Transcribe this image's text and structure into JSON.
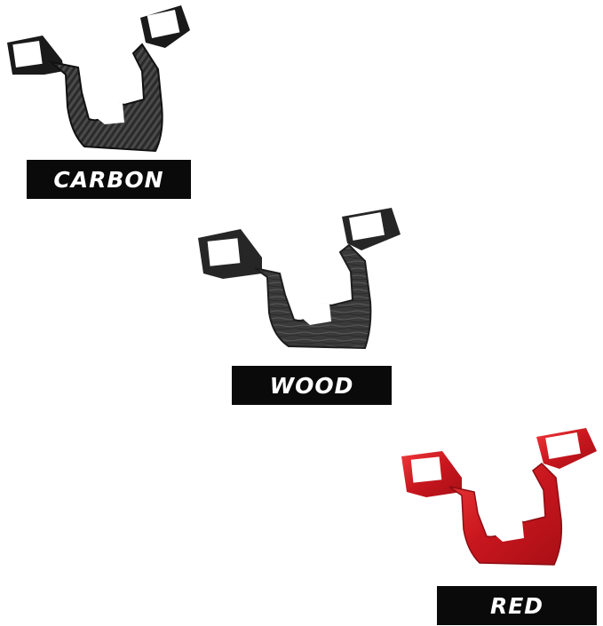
{
  "variants": [
    {
      "label": "CARBON",
      "finish": "carbon-fiber",
      "color": "#2b2b2b",
      "accent": "#555555"
    },
    {
      "label": "WOOD",
      "finish": "dark-wood-grain",
      "color": "#3a3a3a",
      "accent": "#6a6a6a"
    },
    {
      "label": "RED",
      "finish": "glossy-red",
      "color": "#c8161e",
      "accent": "#ff5a5a"
    }
  ]
}
